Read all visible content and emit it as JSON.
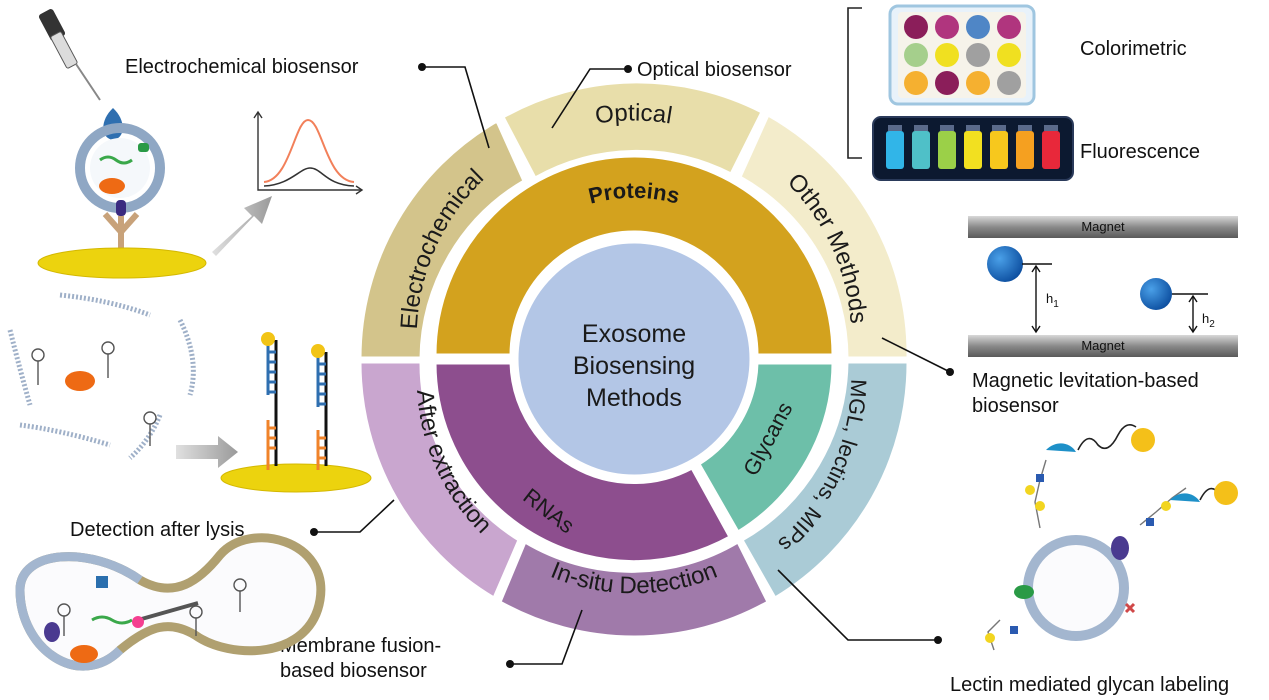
{
  "center": {
    "line1": "Exosome",
    "line2": "Biosensing",
    "line3": "Methods"
  },
  "inner_ring": {
    "proteins": "Proteins",
    "rnas": "RNAs",
    "glycans": "Glycans"
  },
  "outer_ring": {
    "electrochemical": "Electrochemical",
    "optical": "Optical",
    "other_methods": "Other Methods",
    "mgl": "MGL, lectins, MIPs",
    "in_situ": "In-situ Detection",
    "after_extraction": "After extraction"
  },
  "callouts": {
    "electrochemical_biosensor": "Electrochemical biosensor",
    "optical_biosensor": "Optical biosensor",
    "colorimetric": "Colorimetric",
    "fluorescence": "Fluorescence",
    "magnetic_line1": "Magnetic levitation-based",
    "magnetic_line2": "biosensor",
    "lectin": "Lectin mediated glycan labeling",
    "lysis": "Detection after lysis",
    "membrane_line1": "Membrane fusion-",
    "membrane_line2": "based biosensor"
  },
  "magnet": {
    "top": "Magnet",
    "bottom": "Magnet",
    "h1": "h",
    "h1_sub": "1",
    "h2": "h",
    "h2_sub": "2"
  },
  "colors": {
    "outer_electrochemical": "#d3c48b",
    "outer_optical": "#e8deaa",
    "outer_other": "#f3eccb",
    "outer_mgl": "#aacbd6",
    "outer_insitu": "#a07aaa",
    "outer_after": "#c9a6cf",
    "inner_proteins": "#d3a21e",
    "inner_rnas": "#8d4e8e",
    "inner_glycans": "#6dbfa9",
    "center": "#b3c6e6"
  },
  "plate_colors": [
    "#8b1e5a",
    "#b0357e",
    "#4f86c6",
    "#b0357e",
    "#a5cf8c",
    "#f0e020",
    "#a0a0a0",
    "#f0e020",
    "#f5b030",
    "#8b1e5a",
    "#f5b030",
    "#a0a0a0"
  ],
  "vial_colors": [
    "#31b5e8",
    "#4fc0c8",
    "#9bd048",
    "#f2e020",
    "#f7c81d",
    "#f5a020",
    "#e8283a"
  ]
}
